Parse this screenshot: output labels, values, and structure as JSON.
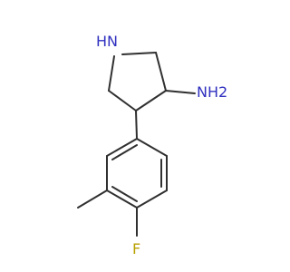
{
  "molecule": {
    "atoms": {
      "n_ring": "HN",
      "n_amine": "NH2",
      "f": "F"
    },
    "label_colors": {
      "nitrogen": "#3030c0",
      "fluorine": "#b8a000",
      "bond": "#303030"
    }
  }
}
